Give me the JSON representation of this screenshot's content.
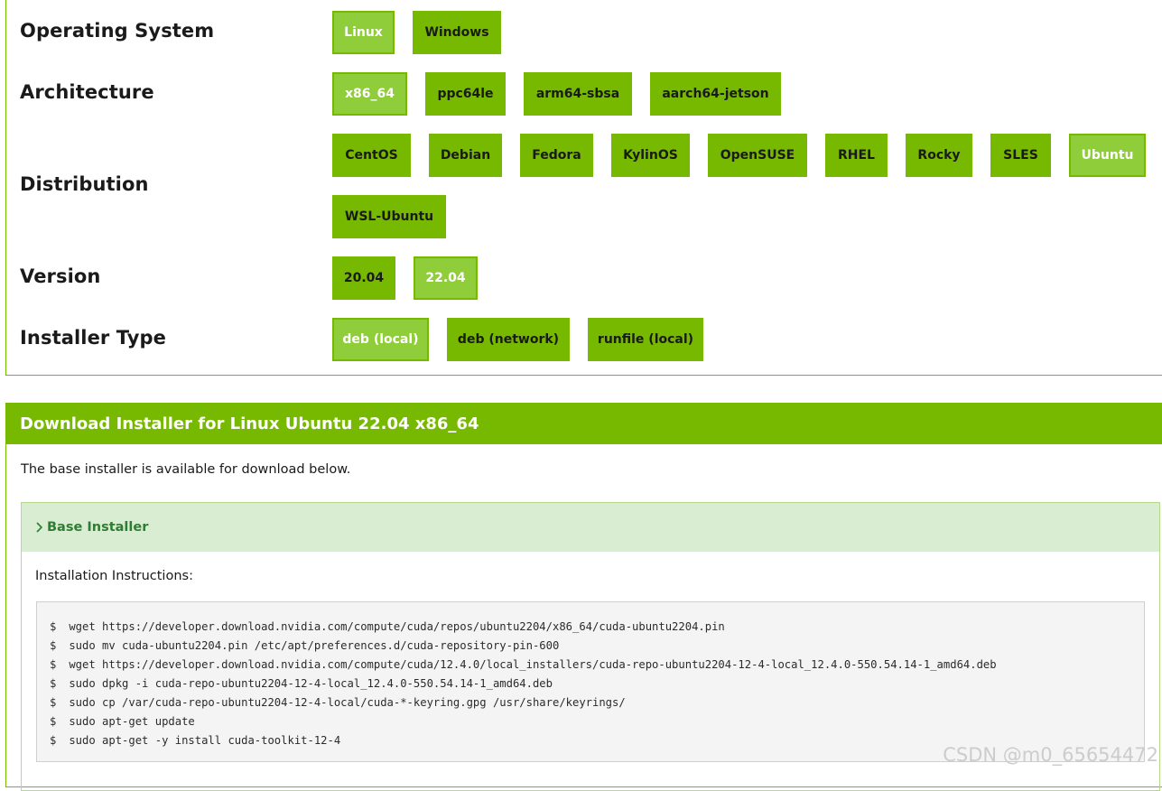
{
  "rows": {
    "os": {
      "label": "Operating System",
      "options": [
        "Linux",
        "Windows"
      ],
      "selected": "Linux"
    },
    "arch": {
      "label": "Architecture",
      "options": [
        "x86_64",
        "ppc64le",
        "arm64-sbsa",
        "aarch64-jetson"
      ],
      "selected": "x86_64"
    },
    "dist": {
      "label": "Distribution",
      "options": [
        "CentOS",
        "Debian",
        "Fedora",
        "KylinOS",
        "OpenSUSE",
        "RHEL",
        "Rocky",
        "SLES",
        "Ubuntu",
        "WSL-Ubuntu"
      ],
      "selected": "Ubuntu"
    },
    "version": {
      "label": "Version",
      "options": [
        "20.04",
        "22.04"
      ],
      "selected": "22.04"
    },
    "installer": {
      "label": "Installer Type",
      "options": [
        "deb (local)",
        "deb (network)",
        "runfile (local)"
      ],
      "selected": "deb (local)"
    }
  },
  "download": {
    "title": "Download Installer for Linux Ubuntu 22.04 x86_64",
    "description": "The base installer is available for download below.",
    "section_title": "Base Installer",
    "instructions_label": "Installation Instructions:",
    "prompt": "$",
    "commands": [
      "wget https://developer.download.nvidia.com/compute/cuda/repos/ubuntu2204/x86_64/cuda-ubuntu2204.pin",
      "sudo mv cuda-ubuntu2204.pin /etc/apt/preferences.d/cuda-repository-pin-600",
      "wget https://developer.download.nvidia.com/compute/cuda/12.4.0/local_installers/cuda-repo-ubuntu2204-12-4-local_12.4.0-550.54.14-1_amd64.deb",
      "sudo dpkg -i cuda-repo-ubuntu2204-12-4-local_12.4.0-550.54.14-1_amd64.deb",
      "sudo cp /var/cuda-repo-ubuntu2204-12-4-local/cuda-*-keyring.gpg /usr/share/keyrings/",
      "sudo apt-get update",
      "sudo apt-get -y install cuda-toolkit-12-4"
    ]
  },
  "watermark": "CSDN @m0_65654472",
  "colors": {
    "accent": "#76b900",
    "selected": "#8fcd3a",
    "section_bg": "#d9edd3",
    "section_text": "#2e7d32"
  },
  "icons": {
    "section_toggle": "chevron-right-icon"
  }
}
